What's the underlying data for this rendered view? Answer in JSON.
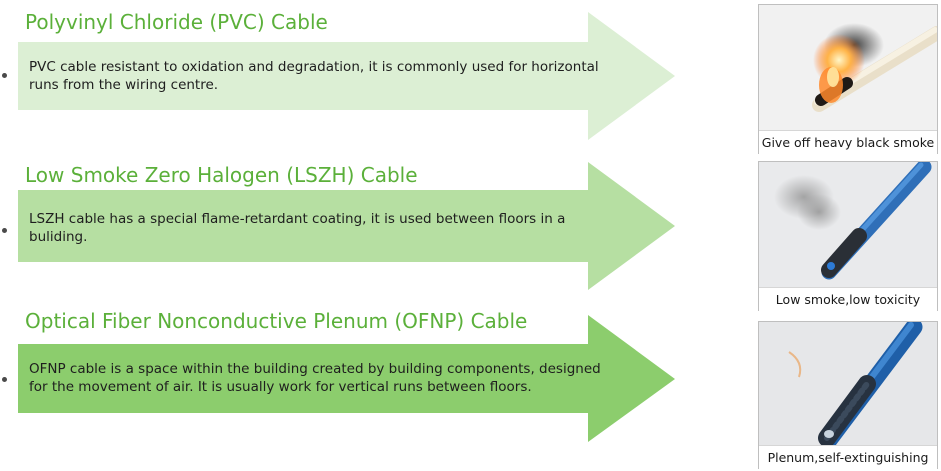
{
  "sections": [
    {
      "title": "Polyvinyl Chloride (PVC) Cable",
      "description": "PVC cable resistant to oxidation and degradation, it is commonly used for horizontal runs from the wiring centre.",
      "arrow_color": "#dcefd4",
      "caption": "Give off heavy black smoke"
    },
    {
      "title": "Low Smoke Zero Halogen (LSZH) Cable",
      "description": "LSZH cable has a special flame-retardant coating, it is used between floors in a buliding.",
      "arrow_color": "#b6dfa2",
      "caption": "Low smoke,low toxicity"
    },
    {
      "title": "Optical Fiber Nonconductive Plenum (OFNP) Cable",
      "description": "OFNP cable is a space within the building created by building components, designed for the movement of air. It is usually work for vertical runs between floors.",
      "arrow_color": "#8ccd6d",
      "caption": "Plenum,self-extinguishing"
    }
  ]
}
